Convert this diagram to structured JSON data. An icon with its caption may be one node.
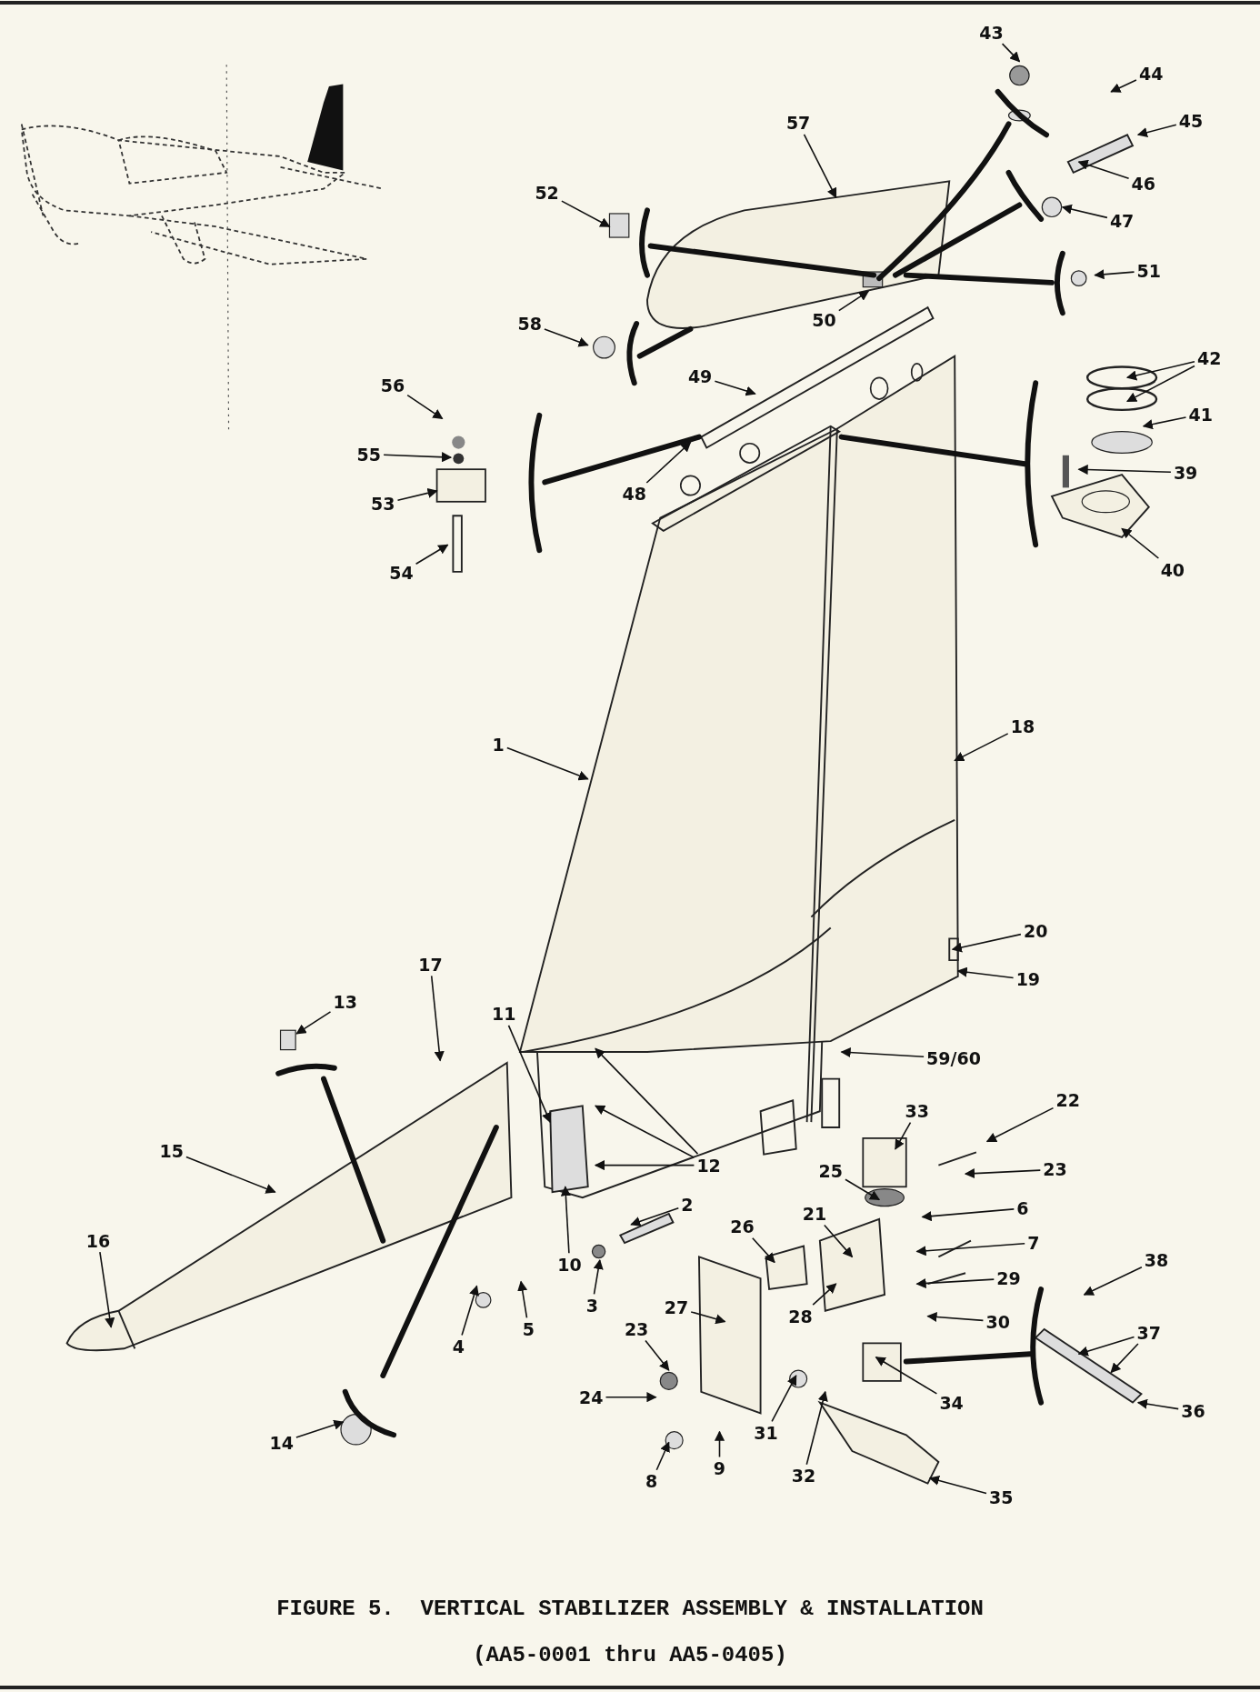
{
  "diagram": {
    "title": "FIGURE 5.  VERTICAL STABILIZER ASSEMBLY & INSTALLATION",
    "caption": "(AA5-0001 thru AA5-0405)",
    "nodes": [
      {
        "text": [
          "1"
        ]
      },
      {
        "text": [
          "2"
        ]
      },
      {
        "text": [
          "3"
        ]
      },
      {
        "text": [
          "4"
        ]
      },
      {
        "text": [
          "5"
        ]
      },
      {
        "text": [
          "6"
        ]
      },
      {
        "text": [
          "7"
        ]
      },
      {
        "text": [
          "8"
        ]
      },
      {
        "text": [
          "9"
        ]
      },
      {
        "text": [
          "10"
        ]
      },
      {
        "text": [
          "11"
        ]
      },
      {
        "text": [
          "12"
        ]
      },
      {
        "text": [
          "13"
        ]
      },
      {
        "text": [
          "14"
        ]
      },
      {
        "text": [
          "15"
        ]
      },
      {
        "text": [
          "16"
        ]
      },
      {
        "text": [
          "17"
        ]
      },
      {
        "text": [
          "18"
        ]
      },
      {
        "text": [
          "19"
        ]
      },
      {
        "text": [
          "20"
        ]
      },
      {
        "text": [
          "21"
        ]
      },
      {
        "text": [
          "22"
        ]
      },
      {
        "text": [
          "23"
        ]
      },
      {
        "text": [
          "23"
        ]
      },
      {
        "text": [
          "24"
        ]
      },
      {
        "text": [
          "25"
        ]
      },
      {
        "text": [
          "26"
        ]
      },
      {
        "text": [
          "27"
        ]
      },
      {
        "text": [
          "28"
        ]
      },
      {
        "text": [
          "29"
        ]
      },
      {
        "text": [
          "30"
        ]
      },
      {
        "text": [
          "31"
        ]
      },
      {
        "text": [
          "32"
        ]
      },
      {
        "text": [
          "33"
        ]
      },
      {
        "text": [
          "34"
        ]
      },
      {
        "text": [
          "35"
        ]
      },
      {
        "text": [
          "36"
        ]
      },
      {
        "text": [
          "37"
        ]
      },
      {
        "text": [
          "38"
        ]
      },
      {
        "text": [
          "39"
        ]
      },
      {
        "text": [
          "40"
        ]
      },
      {
        "text": [
          "41"
        ]
      },
      {
        "text": [
          "42"
        ]
      },
      {
        "text": [
          "43"
        ]
      },
      {
        "text": [
          "44"
        ]
      },
      {
        "text": [
          "45"
        ]
      },
      {
        "text": [
          "46"
        ]
      },
      {
        "text": [
          "47"
        ]
      },
      {
        "text": [
          "48"
        ]
      },
      {
        "text": [
          "49"
        ]
      },
      {
        "text": [
          "50"
        ]
      },
      {
        "text": [
          "51"
        ]
      },
      {
        "text": [
          "52"
        ]
      },
      {
        "text": [
          "53"
        ]
      },
      {
        "text": [
          "54"
        ]
      },
      {
        "text": [
          "55"
        ]
      },
      {
        "text": [
          "56"
        ]
      },
      {
        "text": [
          "57"
        ]
      },
      {
        "text": [
          "58"
        ]
      },
      {
        "text": [
          "59/60"
        ]
      }
    ],
    "edges": [
      {
        "from": 0,
        "to": null,
        "arrow": "to"
      },
      {
        "from": 1,
        "to": null,
        "arrow": "to"
      },
      {
        "from": 2,
        "to": null,
        "arrow": "to"
      },
      {
        "from": 3,
        "to": null,
        "arrow": "to"
      },
      {
        "from": 4,
        "to": null,
        "arrow": "to"
      },
      {
        "from": 5,
        "to": null,
        "arrow": "to"
      },
      {
        "from": 6,
        "to": null,
        "arrow": "to"
      },
      {
        "from": 7,
        "to": null,
        "arrow": "to"
      },
      {
        "from": 8,
        "to": null,
        "arrow": "to"
      },
      {
        "from": 9,
        "to": null,
        "arrow": "to"
      },
      {
        "from": 10,
        "to": null,
        "arrow": "to"
      },
      {
        "from": 11,
        "to": null,
        "arrow": "to"
      },
      {
        "from": 11,
        "to": null,
        "arrow": "to"
      },
      {
        "from": 11,
        "to": null,
        "arrow": "to"
      },
      {
        "from": 12,
        "to": null,
        "arrow": "to"
      },
      {
        "from": 13,
        "to": null,
        "arrow": "to"
      },
      {
        "from": 14,
        "to": null,
        "arrow": "to"
      },
      {
        "from": 15,
        "to": null,
        "arrow": "to"
      },
      {
        "from": 16,
        "to": null,
        "arrow": "to"
      },
      {
        "from": 17,
        "to": null,
        "arrow": "to"
      },
      {
        "from": 18,
        "to": null,
        "arrow": "to"
      },
      {
        "from": 19,
        "to": null,
        "arrow": "to"
      },
      {
        "from": 20,
        "to": null,
        "arrow": "to"
      },
      {
        "from": 21,
        "to": null,
        "arrow": "to"
      },
      {
        "from": 22,
        "to": null,
        "arrow": "to"
      },
      {
        "from": 23,
        "to": null,
        "arrow": "to"
      },
      {
        "from": 24,
        "to": null,
        "arrow": "to"
      },
      {
        "from": 25,
        "to": null,
        "arrow": "to"
      },
      {
        "from": 26,
        "to": null,
        "arrow": "to"
      },
      {
        "from": 27,
        "to": null,
        "arrow": "to"
      },
      {
        "from": 28,
        "to": null,
        "arrow": "to"
      },
      {
        "from": 29,
        "to": null,
        "arrow": "to"
      },
      {
        "from": 30,
        "to": null,
        "arrow": "to"
      },
      {
        "from": 31,
        "to": null,
        "arrow": "to"
      },
      {
        "from": 32,
        "to": null,
        "arrow": "to"
      },
      {
        "from": 33,
        "to": null,
        "arrow": "to"
      },
      {
        "from": 34,
        "to": null,
        "arrow": "to"
      },
      {
        "from": 35,
        "to": null,
        "arrow": "to"
      },
      {
        "from": 36,
        "to": null,
        "arrow": "to"
      },
      {
        "from": 37,
        "to": null,
        "arrow": "to"
      },
      {
        "from": 37,
        "to": null,
        "arrow": "to"
      },
      {
        "from": 38,
        "to": null,
        "arrow": "to"
      },
      {
        "from": 39,
        "to": null,
        "arrow": "to"
      },
      {
        "from": 40,
        "to": null,
        "arrow": "to"
      },
      {
        "from": 41,
        "to": null,
        "arrow": "to"
      },
      {
        "from": 42,
        "to": null,
        "arrow": "to"
      },
      {
        "from": 42,
        "to": null,
        "arrow": "to"
      },
      {
        "from": 43,
        "to": null,
        "arrow": "to"
      },
      {
        "from": 44,
        "to": null,
        "arrow": "to"
      },
      {
        "from": 45,
        "to": null,
        "arrow": "to"
      },
      {
        "from": 46,
        "to": null,
        "arrow": "to"
      },
      {
        "from": 47,
        "to": null,
        "arrow": "to"
      },
      {
        "from": 48,
        "to": null,
        "arrow": "to"
      },
      {
        "from": 49,
        "to": null,
        "arrow": "to"
      },
      {
        "from": 50,
        "to": null,
        "arrow": "to"
      },
      {
        "from": 51,
        "to": null,
        "arrow": "to"
      },
      {
        "from": 52,
        "to": null,
        "arrow": "to"
      },
      {
        "from": 53,
        "to": null,
        "arrow": "to"
      },
      {
        "from": 54,
        "to": null,
        "arrow": "to"
      },
      {
        "from": 55,
        "to": null,
        "arrow": "to"
      },
      {
        "from": 56,
        "to": null,
        "arrow": "to"
      },
      {
        "from": 57,
        "to": null,
        "arrow": "to"
      },
      {
        "from": 58,
        "to": null,
        "arrow": "to"
      },
      {
        "from": 59,
        "to": null,
        "arrow": "to"
      }
    ]
  }
}
